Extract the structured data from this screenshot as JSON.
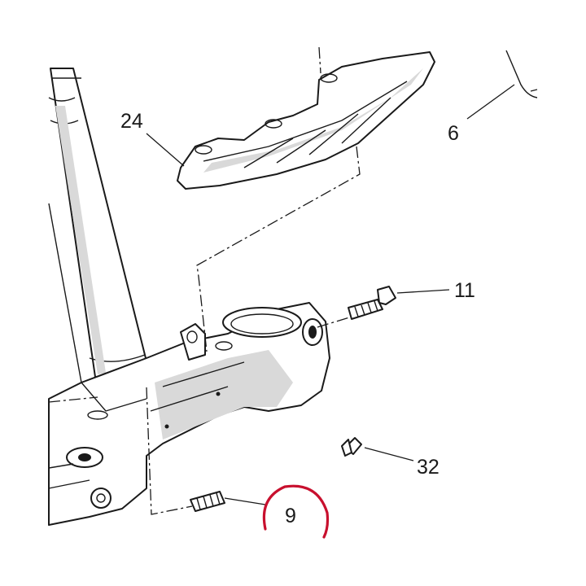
{
  "callouts": [
    {
      "id": "24",
      "label": "24"
    },
    {
      "id": "6",
      "label": "6"
    },
    {
      "id": "11",
      "label": "11"
    },
    {
      "id": "32",
      "label": "32"
    },
    {
      "id": "9",
      "label": "9"
    }
  ],
  "highlight": {
    "target": "9",
    "color": "#c8102e"
  },
  "colors": {
    "line": "#1a1a1a",
    "background": "#ffffff"
  }
}
